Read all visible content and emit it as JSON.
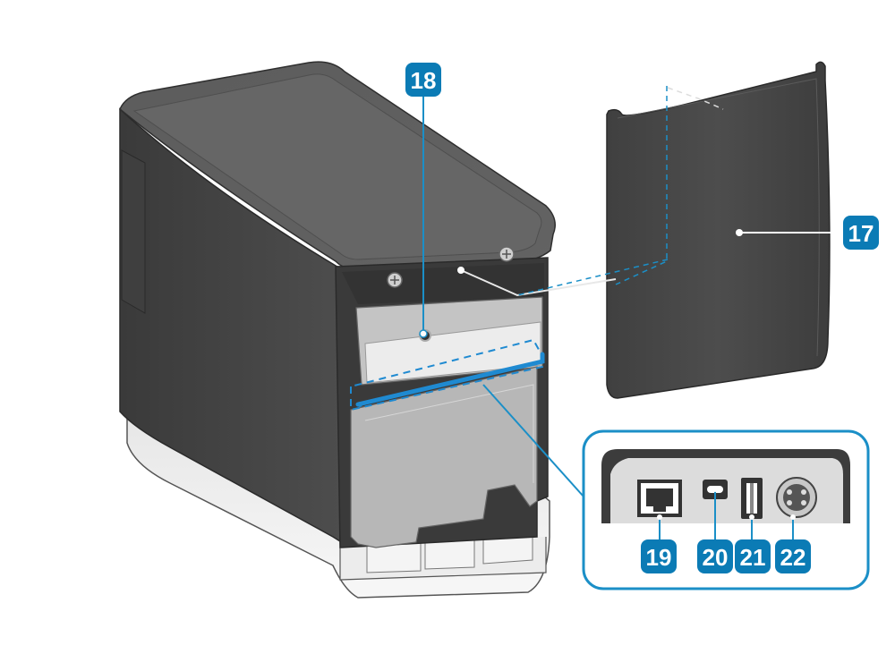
{
  "callouts": {
    "c17": "17",
    "c18": "18",
    "c19": "19",
    "c20": "20",
    "c21": "21",
    "c22": "22"
  },
  "colors": {
    "callout_badge": "#0b7bb5",
    "leader_line": "#1b8fc7",
    "highlight_edge": "#1f8ad1",
    "body_dark": "#4b4b4b",
    "body_top": "#595959",
    "base_light": "#f1f1f1",
    "cover_dark": "#4a4a4a"
  },
  "icons": {
    "rear_cover": "rear-cover-icon",
    "ethernet_port": "lan-port-icon",
    "usb_c_port": "usb-c-port-icon",
    "usb_a_port": "usb-a-port-icon",
    "power_port": "dc-power-port-icon",
    "screw": "screw-icon"
  }
}
